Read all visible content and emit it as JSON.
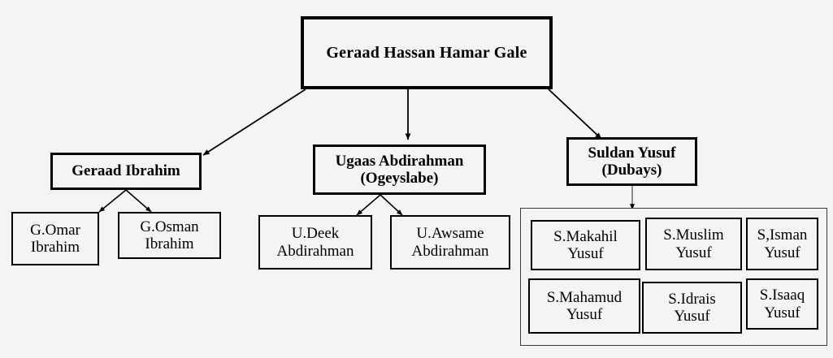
{
  "diagram": {
    "title": "Geraad Hassan Hamar Gale lineage chart",
    "background_color": "#f4f4f4",
    "line_color": "#000000",
    "box_fill": "#f4f4f4",
    "group_border_color": "#3b3b3b"
  },
  "root": {
    "label": "Geraad Hassan Hamar Gale"
  },
  "branches": [
    {
      "id": "geraad-ibrahim",
      "label": "Geraad Ibrahim",
      "children": [
        {
          "id": "g-omar-ibrahim",
          "label": "G.Omar\nIbrahim"
        },
        {
          "id": "g-osman-ibrahim",
          "label": "G.Osman\nIbrahim"
        }
      ]
    },
    {
      "id": "ugaas-abdirahman",
      "label": "Ugaas Abdirahman\n(Ogeyslabe)",
      "children": [
        {
          "id": "u-deek-abdirahman",
          "label": "U.Deek\nAbdirahman"
        },
        {
          "id": "u-awsame-abdirahman",
          "label": "U.Awsame\nAbdirahman"
        }
      ]
    },
    {
      "id": "suldan-yusuf",
      "label": "Suldan Yusuf\n(Dubays)",
      "children": [
        {
          "id": "s-makahil-yusuf",
          "label": "S.Makahil\nYusuf"
        },
        {
          "id": "s-muslim-yusuf",
          "label": "S.Muslim\nYusuf"
        },
        {
          "id": "s-isman-yusuf",
          "label": "S,Isman\nYusuf"
        },
        {
          "id": "s-mahamud-yusuf",
          "label": "S.Mahamud\nYusuf"
        },
        {
          "id": "s-idrais-yusuf",
          "label": "S.Idrais\nYusuf"
        },
        {
          "id": "s-isaaq-yusuf",
          "label": "S.Isaaq\nYusuf"
        }
      ]
    }
  ]
}
